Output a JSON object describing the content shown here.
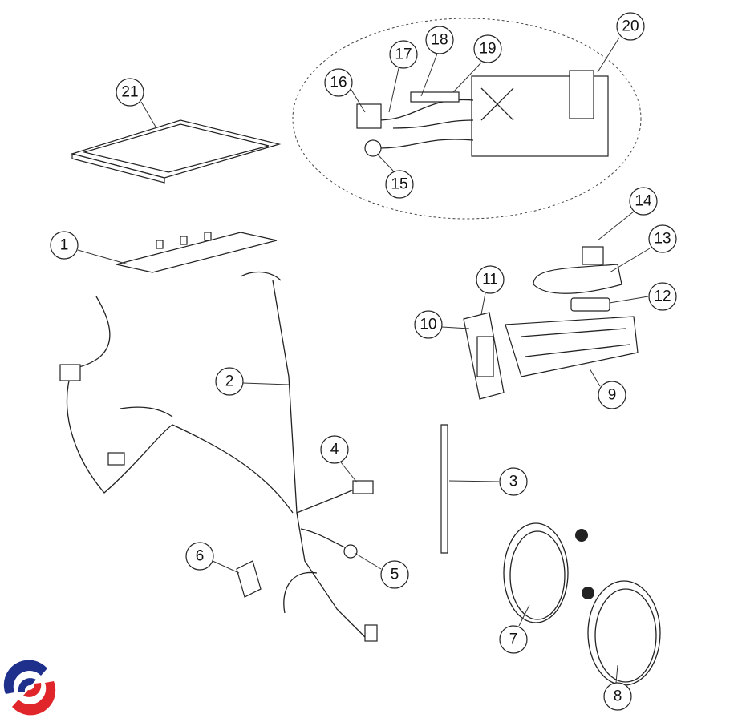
{
  "diagram": {
    "title": "Exploded parts diagram",
    "callouts": {
      "c1": "1",
      "c2": "2",
      "c3": "3",
      "c4": "4",
      "c5": "5",
      "c6": "6",
      "c7": "7",
      "c8": "8",
      "c9": "9",
      "c10": "10",
      "c11": "11",
      "c12": "12",
      "c13": "13",
      "c14": "14",
      "c15": "15",
      "c16": "16",
      "c17": "17",
      "c18": "18",
      "c19": "19",
      "c20": "20",
      "c21": "21"
    },
    "colors": {
      "logo_blue": "#1e2f8c",
      "logo_red": "#e0262b",
      "line": "#222222"
    }
  }
}
